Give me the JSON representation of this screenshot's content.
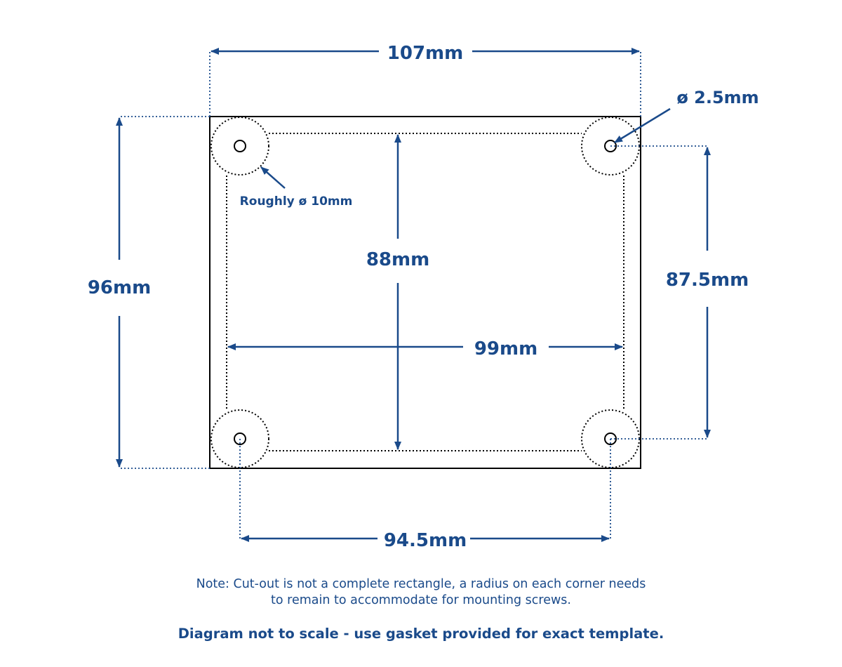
{
  "colors": {
    "accent": "#1a4a8a",
    "outline": "#000000"
  },
  "dimensions": {
    "overall_width": "107mm",
    "overall_height": "96mm",
    "inner_height": "88mm",
    "inner_width": "99mm",
    "hole_spacing_vertical": "87.5mm",
    "hole_spacing_horizontal": "94.5mm"
  },
  "callouts": {
    "hole_diameter": "ø 2.5mm",
    "corner_radius": "Roughly ø 10mm"
  },
  "notes": {
    "cutout_line1": "Note: Cut-out is not a complete rectangle, a radius on each corner needs",
    "cutout_line2": "to remain to accommodate for mounting screws.",
    "disclaimer": "Diagram not to scale - use gasket provided for exact template."
  }
}
